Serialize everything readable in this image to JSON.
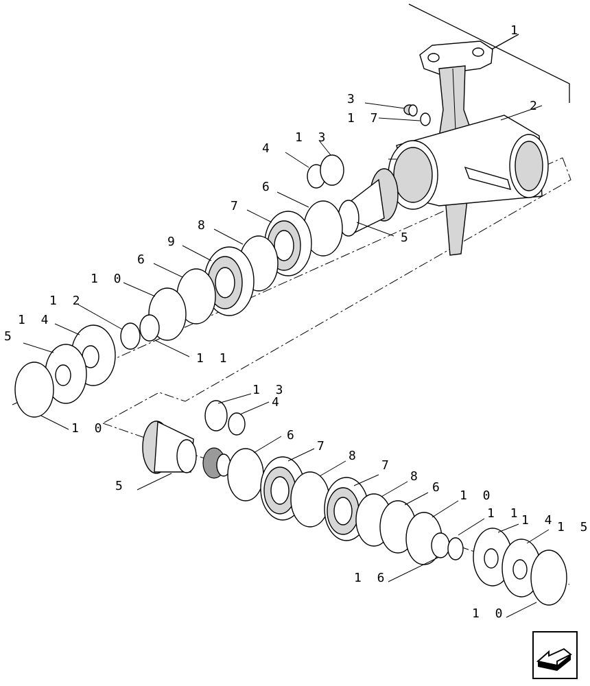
{
  "diagram": {
    "callouts": {
      "c1": "1",
      "c2": "2",
      "c3": "3",
      "c17": "1 7",
      "c13a": "1 3",
      "c4a": "4",
      "c6a": "6",
      "c5a": "5",
      "c7a": "7",
      "c8a": "8",
      "c9": "9",
      "c6b": "6",
      "c10a": "1 0",
      "c12": "1 2",
      "c14a": "1 4",
      "c5b": "5",
      "c11a": "1 1",
      "c10b": "1 0",
      "c13b": "1 3",
      "c4b": "4",
      "c6c": "6",
      "c7b": "7",
      "c8b": "8",
      "c7c": "7",
      "c8c": "8",
      "c6d": "6",
      "c10c": "1 0",
      "c11b": "1 1",
      "c14b": "1 4",
      "c15": "1 5",
      "c16": "1 6",
      "c5c": "5",
      "c10d": "1 0"
    },
    "nav_icon": "back-arrow-icon"
  }
}
